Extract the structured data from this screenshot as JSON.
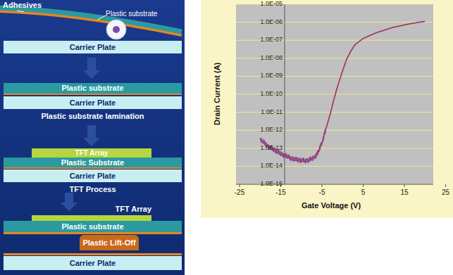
{
  "diagram": {
    "nodes": [
      {
        "text": [
          "Carrier Plate"
        ]
      },
      {
        "text": [
          "Plastic substrate"
        ]
      },
      {
        "text": [
          "Carrier Plate"
        ]
      },
      {
        "text": [
          "TFT Array"
        ]
      },
      {
        "text": [
          "Plastic Substrate"
        ]
      },
      {
        "text": [
          "Carrier Plate"
        ]
      },
      {
        "text": [
          "TFT Array"
        ]
      },
      {
        "text": [
          "Plastic substrate"
        ]
      },
      {
        "text": [
          "Plastic Lift-Off"
        ]
      },
      {
        "text": [
          "Carrier Plate"
        ]
      }
    ],
    "labels": [
      "Adhesives",
      "Plastic substrate",
      "Plastic substrate lamination",
      "TFT Process",
      "1.0E-05",
      "1.0E-06",
      "1.0E-07",
      "1.0E-08",
      "1.0E-09",
      "1.0E-10",
      "1.0E-11",
      "1.0E-12",
      "1.0E-13",
      "1.0E-14",
      "1.0E-15",
      "Drain Current (A)",
      "-25",
      "-15",
      "-5",
      "5",
      "15",
      "25",
      "Gate Voltage (V)"
    ]
  }
}
